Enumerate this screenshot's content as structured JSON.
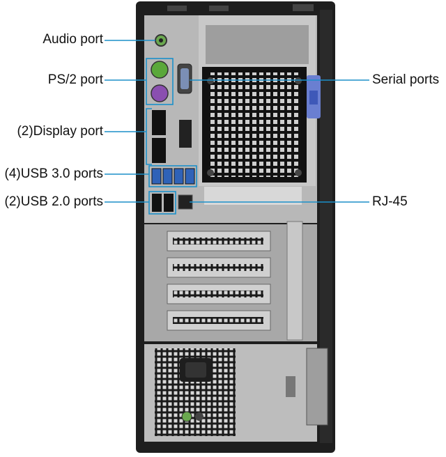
{
  "labels": {
    "audio": "Audio port",
    "ps2": "PS/2 port",
    "display": "(2)Display port",
    "usb3": "(4)USB 3.0 ports",
    "usb2": "(2)USB 2.0 ports",
    "serial": "Serial ports",
    "rj45": "RJ-45"
  },
  "colors": {
    "leader": "#1b8fc9",
    "usb3_blue": "#2f62b8",
    "ps2_mouse": "#8a4fb0",
    "ps2_keyboard": "#5aa83a",
    "audio_green": "#6aa84f",
    "case_black": "#1e1e1e",
    "panel_gray": "#b5b5b5",
    "slot_blue": "#6a7fd1"
  }
}
